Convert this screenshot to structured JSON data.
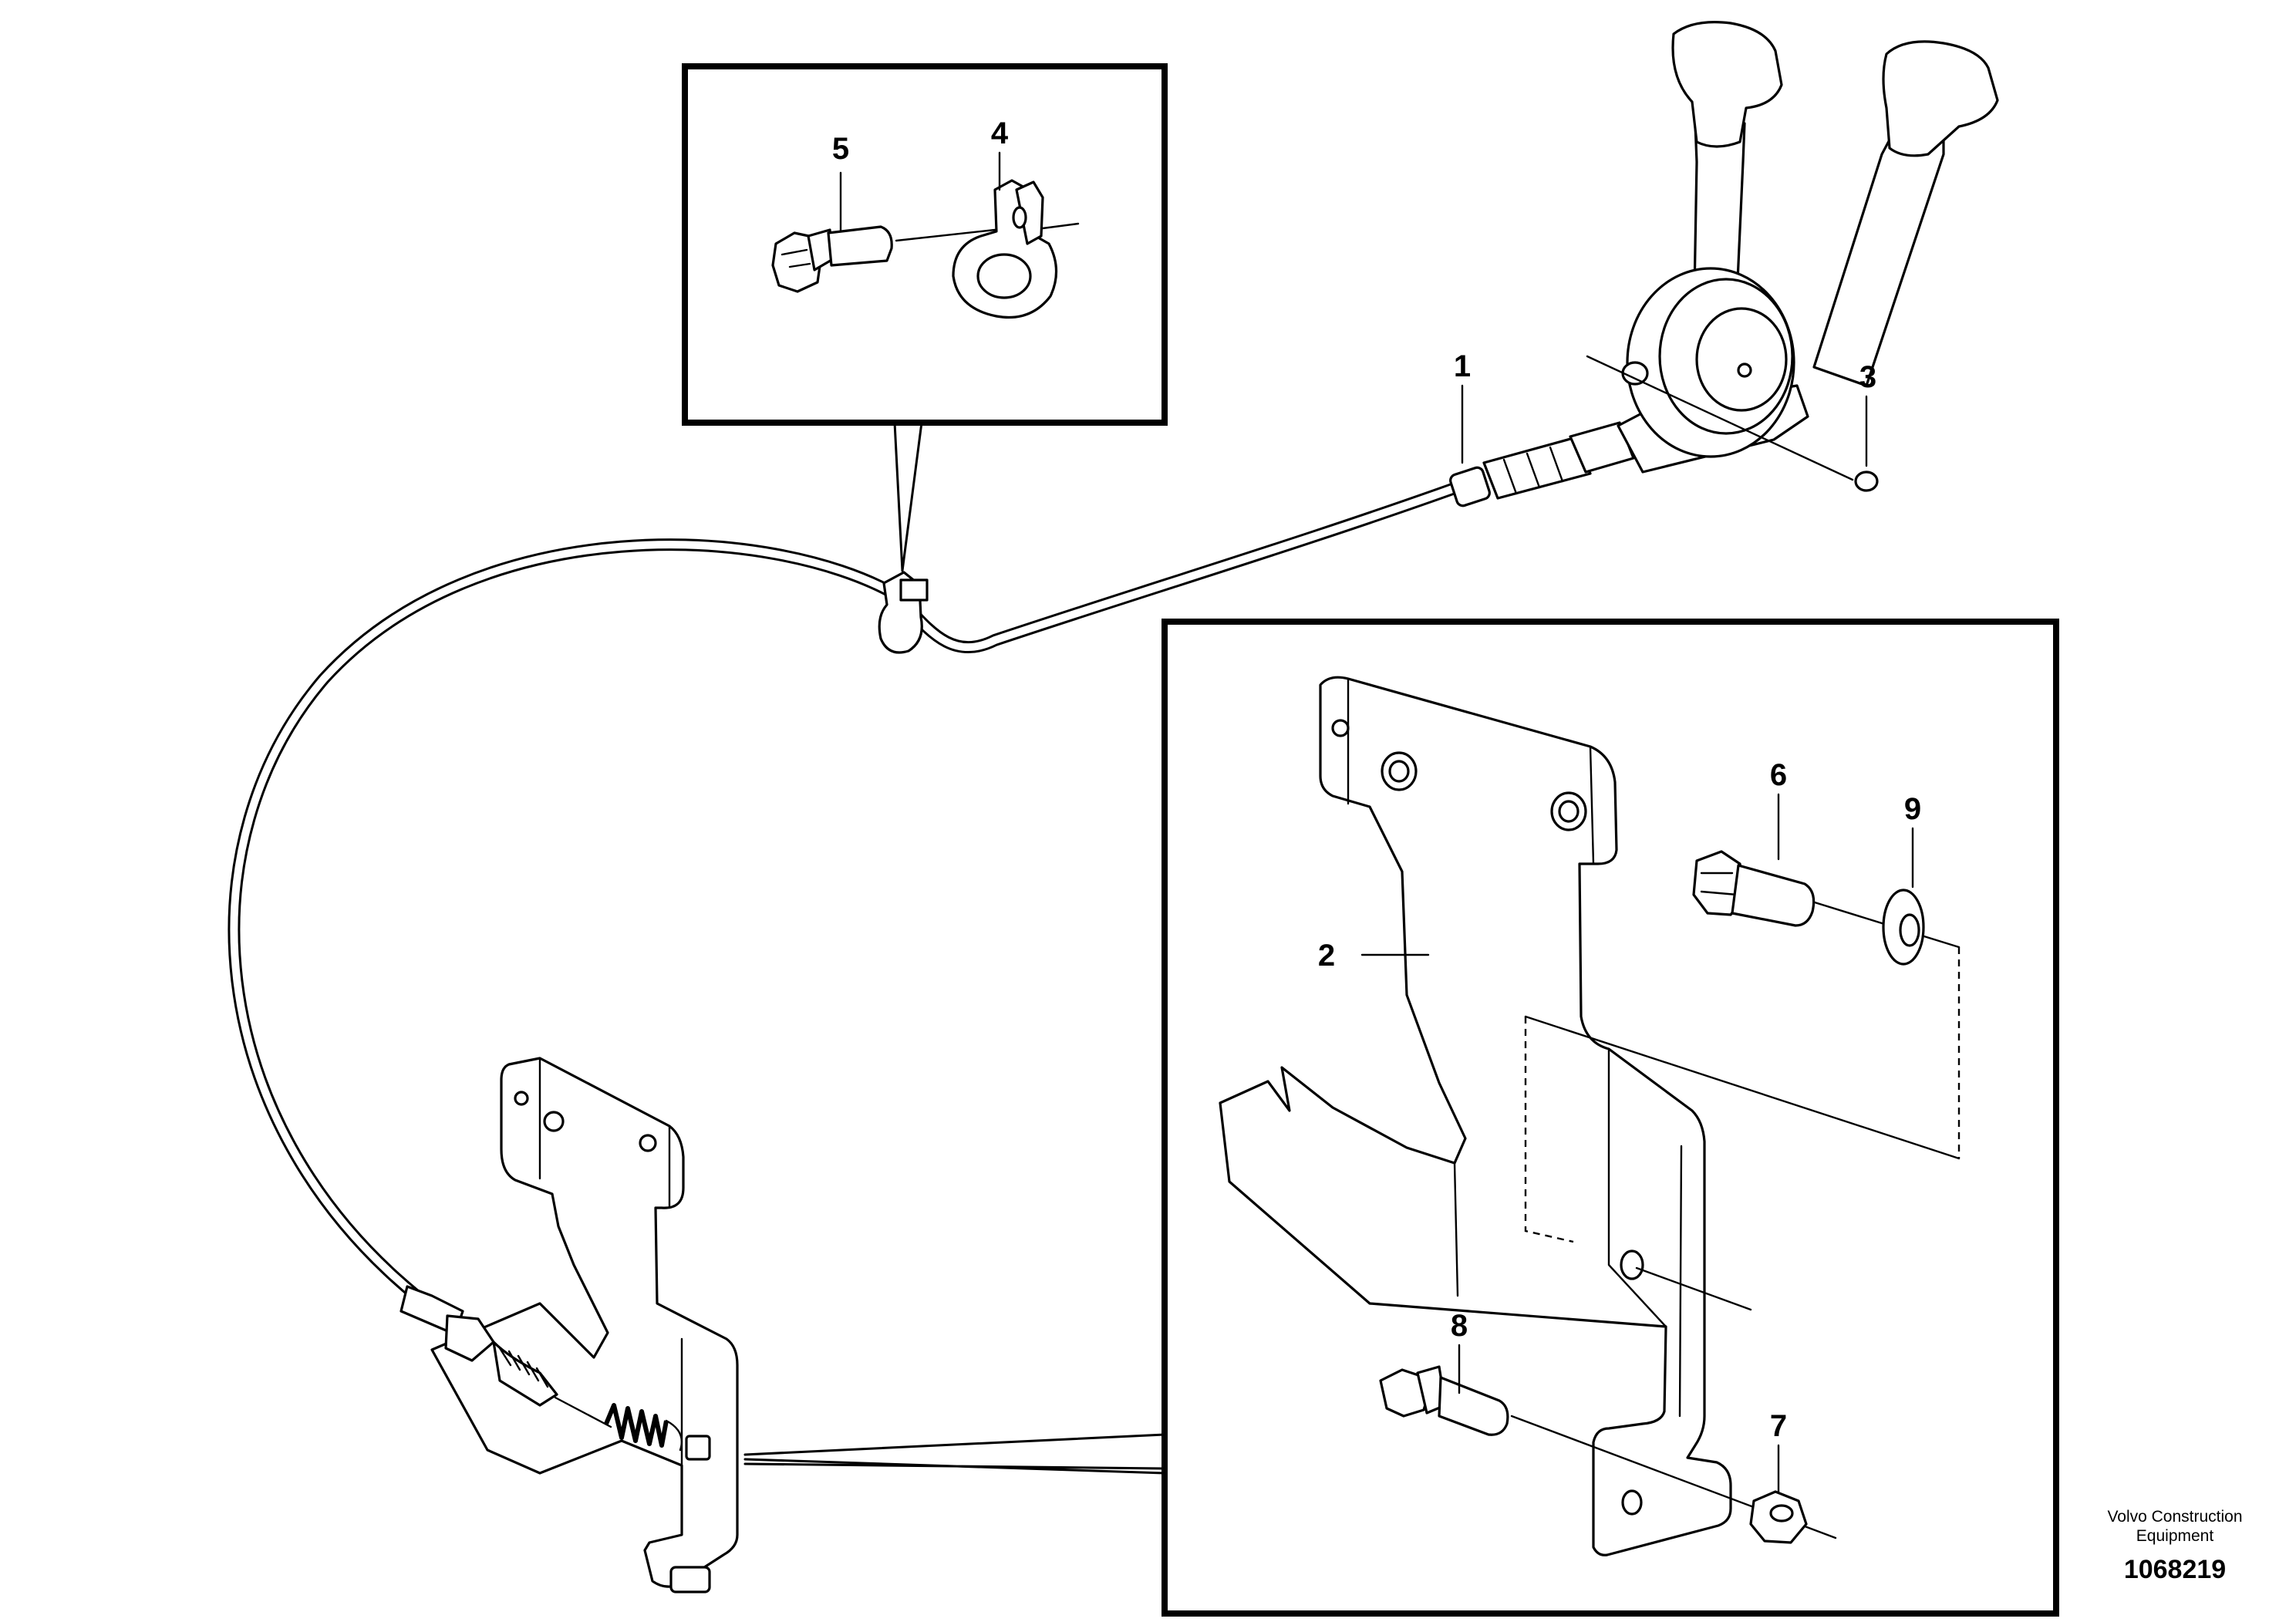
{
  "callouts": {
    "c1": "1",
    "c2": "2",
    "c3": "3",
    "c4": "4",
    "c5": "5",
    "c6": "6",
    "c7": "7",
    "c8": "8",
    "c9": "9"
  },
  "footer": {
    "company_line1": "Volvo Construction",
    "company_line2": "Equipment",
    "doc_number": "1068219"
  }
}
